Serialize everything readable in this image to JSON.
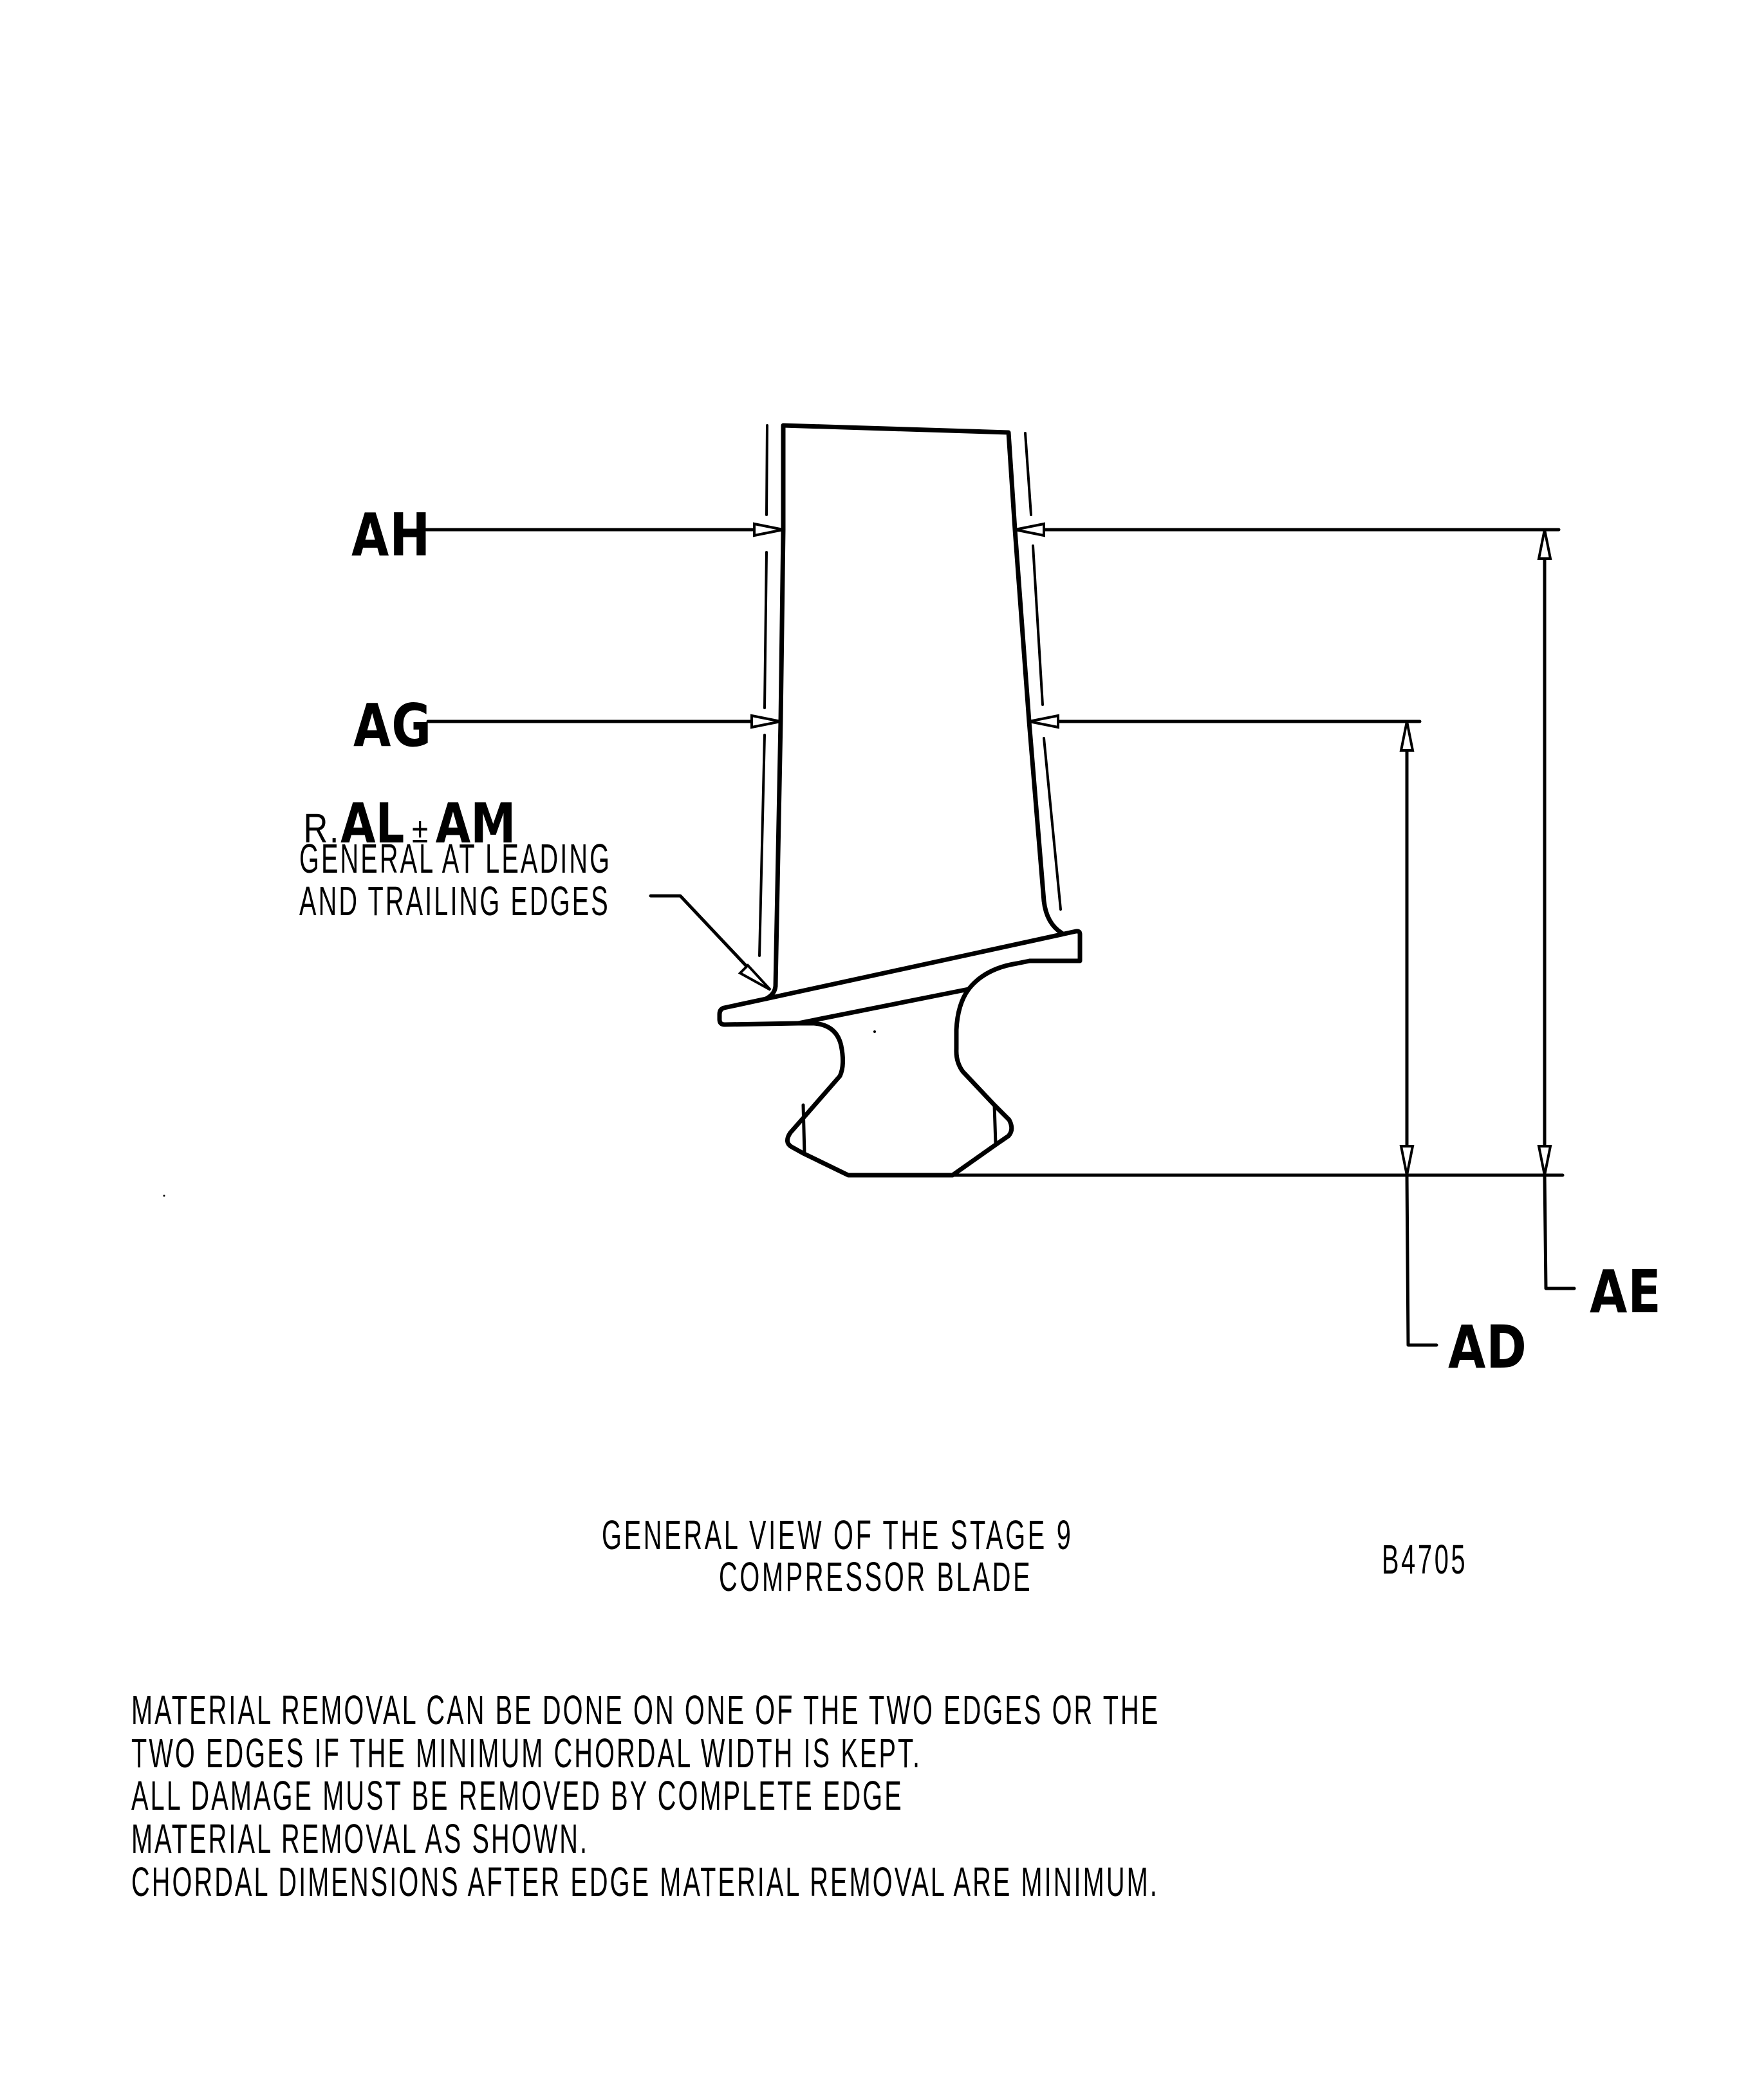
{
  "drawing": {
    "dimension_labels": {
      "ah": "AH",
      "ag": "AG",
      "ad": "AD",
      "ae": "AE"
    },
    "radius_callout": {
      "prefix": "R.",
      "value": "AL",
      "plus_minus": "±",
      "tolerance": "AM",
      "line1": "GENERAL AT LEADING",
      "line2": "AND TRAILING EDGES"
    },
    "caption": {
      "line1": "GENERAL VIEW OF THE STAGE 9",
      "line2": "COMPRESSOR BLADE"
    },
    "figure_id": "B4705",
    "notes": [
      "MATERIAL REMOVAL CAN BE DONE ON ONE OF THE TWO EDGES OR THE",
      "TWO EDGES IF THE MINIMUM CHORDAL WIDTH IS KEPT.",
      "ALL DAMAGE MUST BE REMOVED BY COMPLETE EDGE",
      "MATERIAL REMOVAL AS SHOWN.",
      "CHORDAL DIMENSIONS AFTER EDGE MATERIAL REMOVAL ARE MINIMUM."
    ],
    "colors": {
      "ink": "#000000",
      "paper": "#ffffff"
    }
  }
}
